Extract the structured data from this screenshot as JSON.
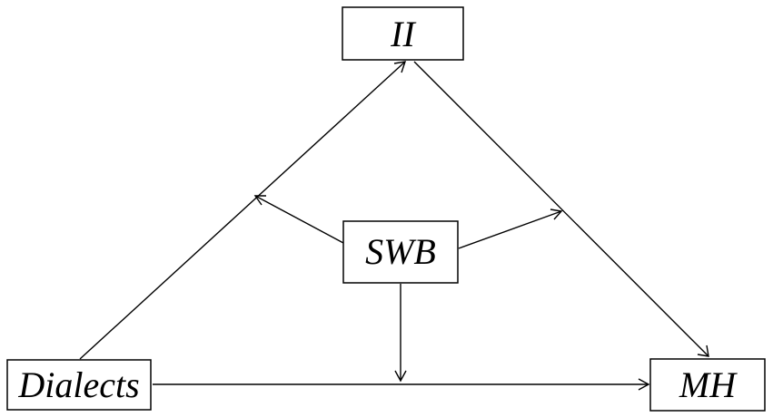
{
  "nodes": {
    "ii": {
      "label": "II"
    },
    "swb": {
      "label": "SWB"
    },
    "dialects": {
      "label": "Dialects"
    },
    "mh": {
      "label": "MH"
    }
  },
  "edges": [
    {
      "from": "dialects",
      "to": "ii",
      "type": "direct"
    },
    {
      "from": "ii",
      "to": "mh",
      "type": "direct"
    },
    {
      "from": "dialects",
      "to": "mh",
      "type": "direct"
    },
    {
      "from": "swb",
      "to": "dialects-ii",
      "type": "moderation"
    },
    {
      "from": "swb",
      "to": "ii-mh",
      "type": "moderation"
    },
    {
      "from": "swb",
      "to": "dialects-mh",
      "type": "moderation"
    }
  ],
  "colors": {
    "stroke": "#000000",
    "background": "#ffffff"
  }
}
